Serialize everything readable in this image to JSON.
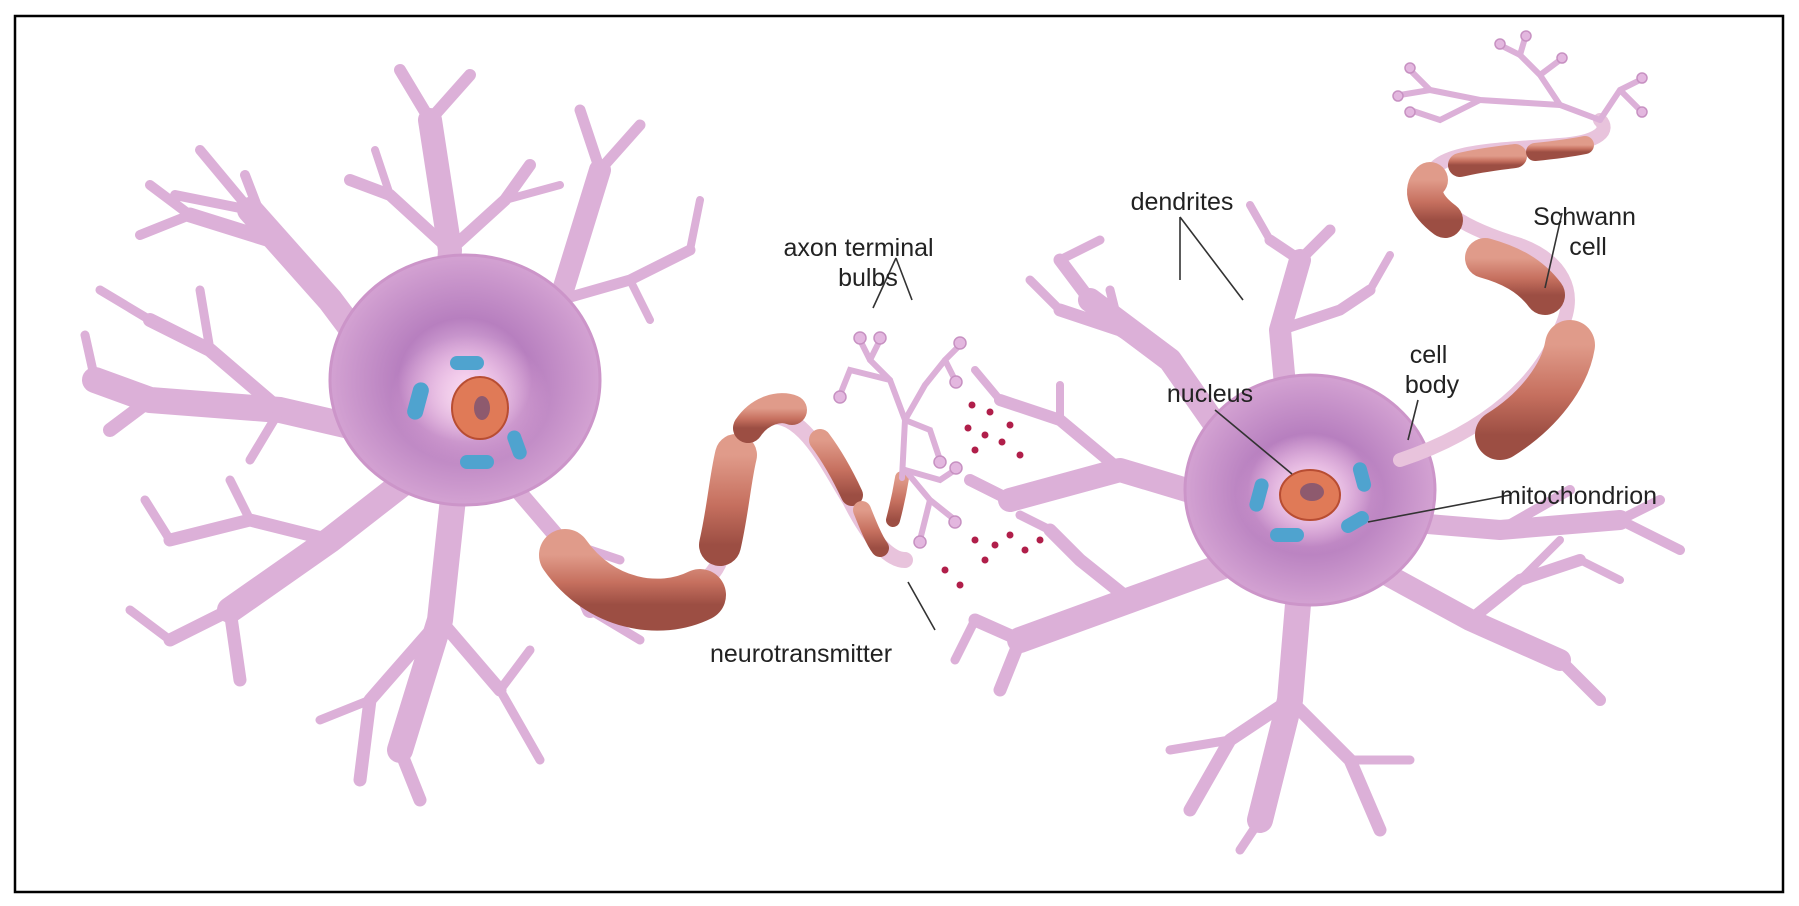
{
  "labels": {
    "dendrites": "dendrites",
    "axon_terminal_line1": "axon terminal",
    "axon_terminal_line2": "bulbs",
    "schwann_line1": "Schwann",
    "schwann_line2": "cell",
    "cell_body_line1": "cell",
    "cell_body_line2": "body",
    "nucleus": "nucleus",
    "mitochondrion": "mitochondrion",
    "neurotransmitter": "neurotransmitter"
  },
  "colors": {
    "cytoplasm": "#e3b7df",
    "cytoplasm_edge": "#c791c2",
    "soma_center": "#a86fb0",
    "myelin": "#c9786a",
    "myelin_dark": "#a9574b",
    "node": "#e8c3dc",
    "nucleus": "#e07a57",
    "nucleolus": "#8e5a6e",
    "nucleus_halo": "#f6c8e6",
    "mitochondria": "#4fa3cf",
    "neurotransmitter": "#b01e4a",
    "frame": "#000000"
  },
  "icons": [
    "neuron-illustration",
    "myelin-sheath",
    "neurotransmitter-dots"
  ]
}
